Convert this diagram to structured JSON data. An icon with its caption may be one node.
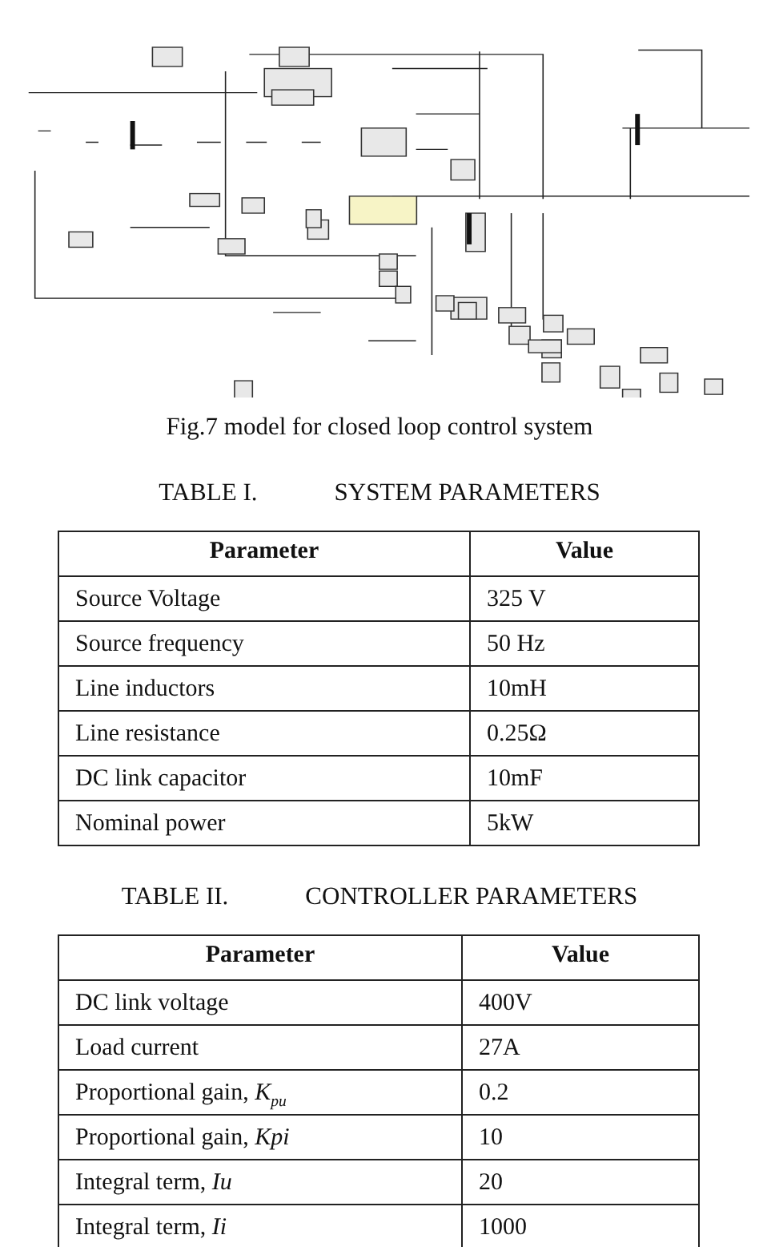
{
  "diagram": {
    "caption": "Fig.7 model for closed loop control system",
    "labels": [
      "TABLE I.",
      "SYSTEM PARAMETERS",
      "Parameter",
      "Value",
      "Source Voltage",
      "325 V",
      "Source frequency",
      "50 Hz",
      "Line inductors",
      "10mH",
      "Line resistance",
      "0.25Ω",
      "DC link capacitor",
      "10mF",
      "Nominal power",
      "5kW",
      "TABLE II.",
      "CONTROLLER PARAMETERS",
      "Parameter",
      "Value",
      "DC link voltage",
      "400V",
      "Load current",
      "27A",
      "Proportional gain, *K*$_{pu}$",
      "0.2",
      "Proportional gain, *Kpi*",
      "10",
      "Integral term, *Iu*",
      "20",
      "Integral term, *Ii*",
      "1000"
    ]
  }
}
